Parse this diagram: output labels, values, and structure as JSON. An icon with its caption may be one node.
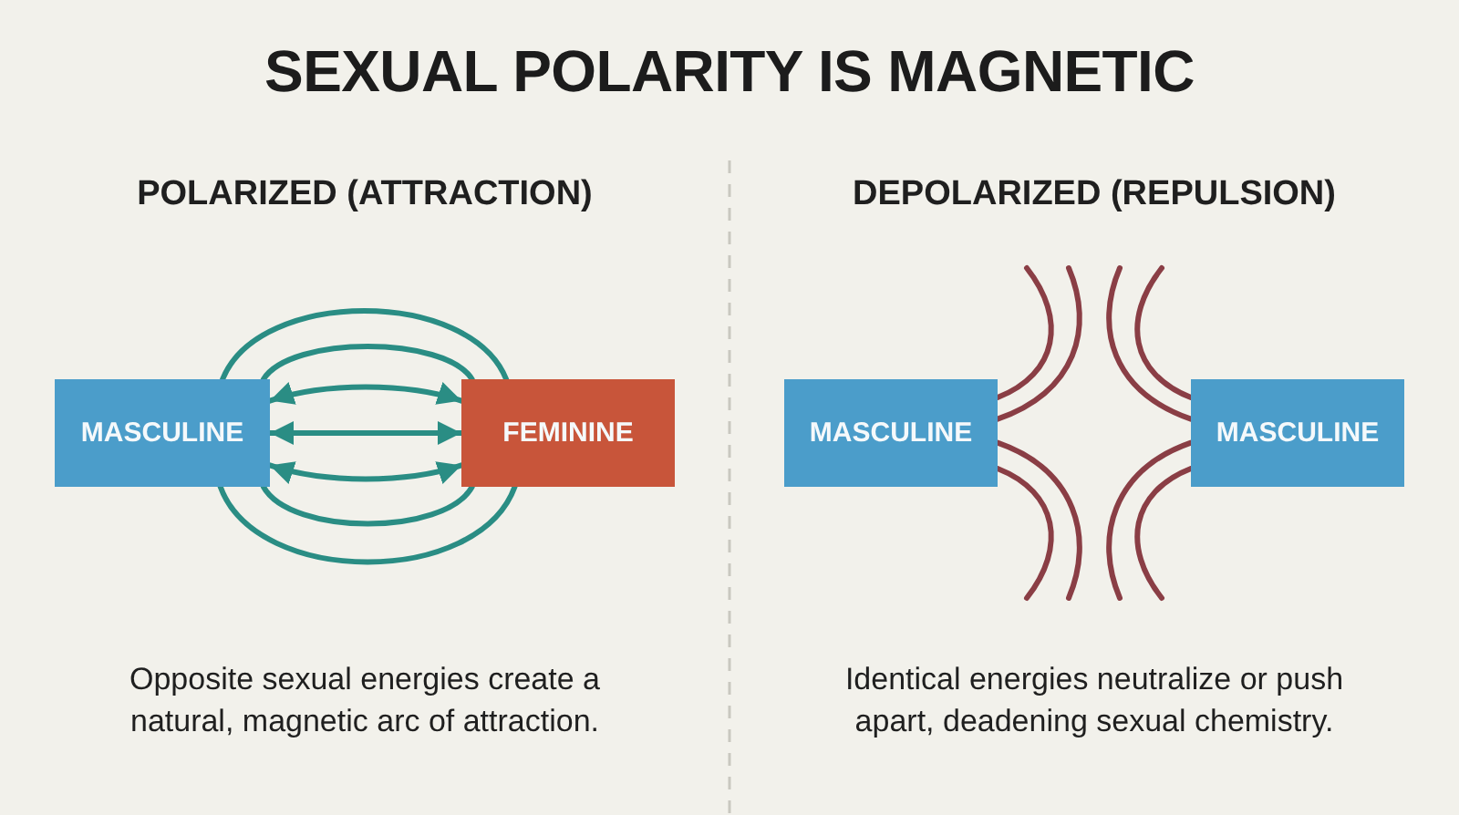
{
  "diagram": {
    "title": "SEXUAL POLARITY IS MAGNETIC",
    "nodes": [
      {
        "text": [
          "MASCULINE"
        ]
      },
      {
        "text": [
          "FEMININE"
        ]
      },
      {
        "text": [
          "MASCULINE"
        ]
      },
      {
        "text": [
          "MASCULINE"
        ]
      }
    ],
    "edges": [
      {
        "from": 0,
        "to": 1,
        "arrow": "none",
        "color": "#2a8d84"
      },
      {
        "from": 0,
        "to": 1,
        "arrow": "none",
        "color": "#2a8d84"
      },
      {
        "from": 0,
        "to": 1,
        "arrow": "both",
        "color": "#2a8d84"
      },
      {
        "from": 0,
        "to": 1,
        "arrow": "both",
        "color": "#2a8d84"
      },
      {
        "from": 0,
        "to": 1,
        "arrow": "both",
        "color": "#2a8d84"
      },
      {
        "from": 0,
        "to": 1,
        "arrow": "none",
        "color": "#2a8d84"
      },
      {
        "from": 0,
        "to": 1,
        "arrow": "none",
        "color": "#2a8d84"
      },
      {
        "from": 2,
        "to": null,
        "arrow": "none",
        "color": "#8a3e45"
      },
      {
        "from": 2,
        "to": null,
        "arrow": "none",
        "color": "#8a3e45"
      },
      {
        "from": 2,
        "to": null,
        "arrow": "none",
        "color": "#8a3e45"
      },
      {
        "from": 2,
        "to": null,
        "arrow": "none",
        "color": "#8a3e45"
      },
      {
        "from": 3,
        "to": null,
        "arrow": "none",
        "color": "#8a3e45"
      },
      {
        "from": 3,
        "to": null,
        "arrow": "none",
        "color": "#8a3e45"
      },
      {
        "from": 3,
        "to": null,
        "arrow": "none",
        "color": "#8a3e45"
      },
      {
        "from": 3,
        "to": null,
        "arrow": "none",
        "color": "#8a3e45"
      }
    ],
    "labels": [
      "POLARIZED (ATTRACTION)",
      "DEPOLARIZED (REPULSION)",
      "Opposite sexual energies create a natural, magnetic arc of attraction.",
      "Identical energies neutralize or push apart, deadening sexual chemistry."
    ]
  }
}
